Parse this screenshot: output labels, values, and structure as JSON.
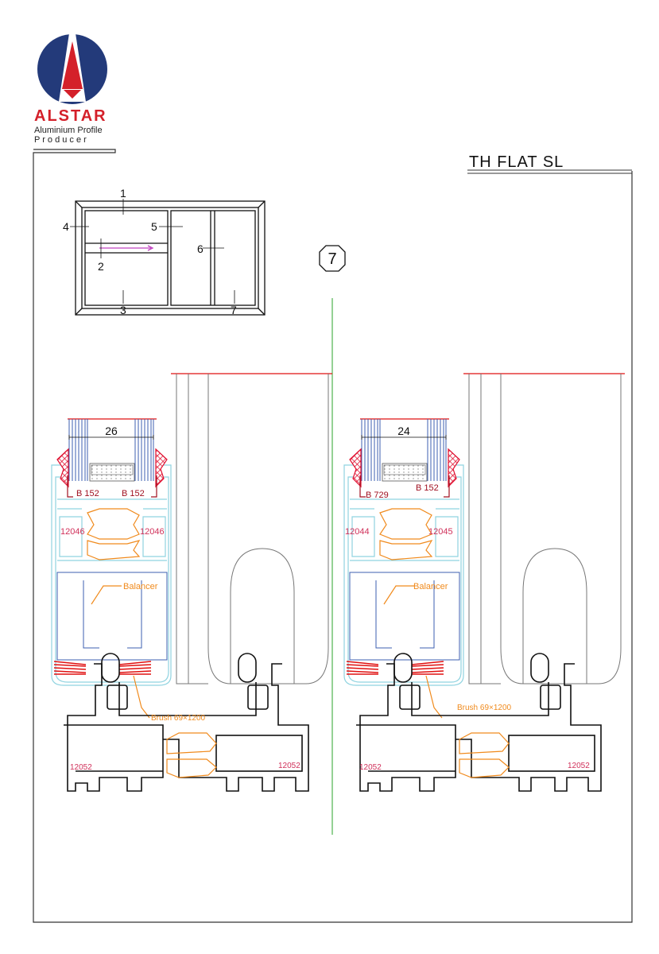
{
  "logo": {
    "brand": "ALSTAR",
    "line1": "Aluminium Profile",
    "line2": "P r o d u c e r"
  },
  "title": "TH FLAT SL",
  "detail_number": "7",
  "elevation_labels": [
    "1",
    "2",
    "3",
    "4",
    "5",
    "6",
    "7"
  ],
  "left_section": {
    "glass_dim": "26",
    "gasket_left": "B 152",
    "gasket_right": "B 152",
    "profile_left": "12046",
    "profile_right": "12046",
    "balancer": "Balancer",
    "brush": "Brush 69×1200",
    "track_left": "12052",
    "track_right": "12052"
  },
  "right_section": {
    "glass_dim": "24",
    "gasket_left": "B 729",
    "gasket_right": "B 152",
    "profile_left": "12044",
    "profile_right": "12045",
    "balancer": "Balancer",
    "brush": "Brush 69×1200",
    "track_left": "12052",
    "track_right": "12052"
  },
  "colors": {
    "brand_blue": "#233a7a",
    "brand_red": "#d4202a",
    "label_red": "#d0305a",
    "annotation_orange": "#f08a1c",
    "profile_cyan": "#8fd3e0",
    "divider_green": "#5cb85c"
  }
}
